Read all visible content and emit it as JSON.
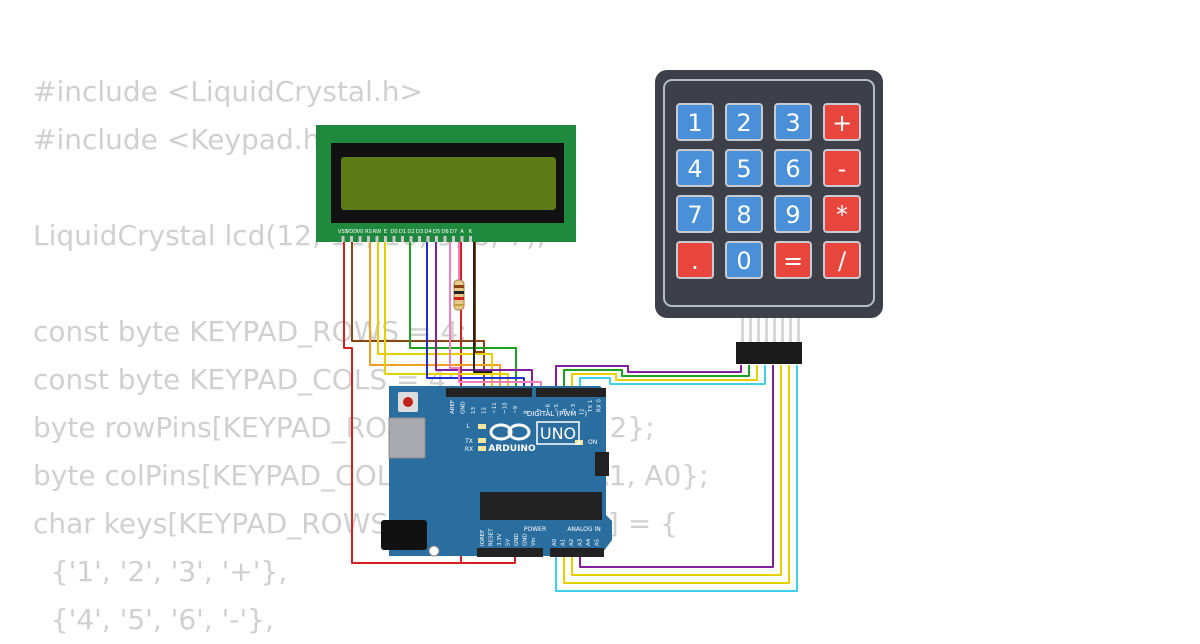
{
  "code_lines": [
    "#include <LiquidCrystal.h>",
    "#include <Keypad.h>",
    "",
    "LiquidCrystal lcd(12, 11, 10, 9, 8, 7);",
    "",
    "const byte KEYPAD_ROWS = 4;",
    "const byte KEYPAD_COLS = 4;",
    "byte rowPins[KEYPAD_ROWS] = {5, 4, 3, 2};",
    "byte colPins[KEYPAD_COLS] = {A3, A2, A1, A0};",
    "char keys[KEYPAD_ROWS][KEYPAD_COLS] = {",
    "  {'1', '2', '3', '+'},",
    "  {'4', '5', '6', '-'},"
  ],
  "lcd": {
    "pin_labels": [
      "VSS",
      "VDD",
      "V0",
      "RS",
      "RW",
      "E",
      "D0",
      "D1",
      "D2",
      "D3",
      "D4",
      "D5",
      "D6",
      "D7",
      "A",
      "K"
    ]
  },
  "keypad": {
    "keys": [
      [
        "1",
        "2",
        "3",
        "+"
      ],
      [
        "4",
        "5",
        "6",
        "-"
      ],
      [
        "7",
        "8",
        "9",
        "*"
      ],
      [
        ".",
        "0",
        "=",
        "/"
      ]
    ],
    "operator_color": "#e8453c",
    "number_color": "#4a90d9",
    "body_color": "#3d4048"
  },
  "arduino": {
    "board_color": "#2a6ea0",
    "model_label": "UNO",
    "brand_label": "ARDUINO",
    "digital_header_label": "DIGITAL (PWM ~)",
    "analog_header_label": "ANALOG IN",
    "power_header_label": "POWER",
    "on_label": "ON",
    "led_labels": [
      "L",
      "TX",
      "RX"
    ],
    "aref_labels": [
      "AREF",
      "GND",
      "13",
      "12",
      "~11",
      "~10",
      "~9",
      "8"
    ],
    "digital_low_labels": [
      "7",
      "~6",
      "~5",
      "4",
      "~3",
      "2",
      "TX 1",
      "RX 0"
    ],
    "power_pin_labels": [
      "IOREF",
      "RESET",
      "3.3V",
      "5V",
      "GND",
      "GND",
      "Vin"
    ],
    "analog_pin_labels": [
      "A0",
      "A1",
      "A2",
      "A3",
      "A4",
      "A5"
    ]
  },
  "wire_colors": {
    "red": "#d42020",
    "brown": "#8b4513",
    "orange": "#f0a020",
    "yellow": "#e8d000",
    "green": "#20a020",
    "blue": "#2030d0",
    "purple": "#8020a0",
    "pink": "#f080c0",
    "cyan": "#40d0e8",
    "black": "#222222"
  }
}
